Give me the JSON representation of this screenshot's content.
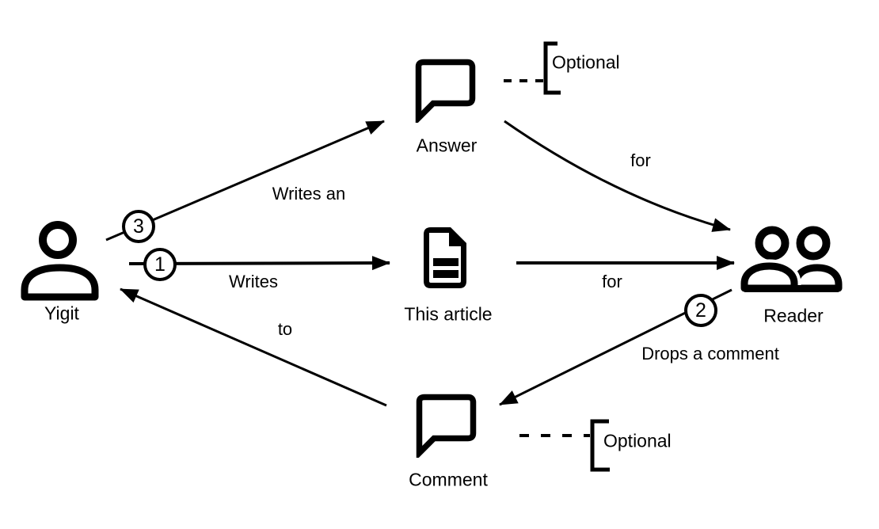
{
  "diagram": {
    "background_color": "#ffffff",
    "ink_color": "#000000",
    "nodes": {
      "yigit": {
        "label": "Yigit",
        "icon": "person-icon"
      },
      "answer": {
        "label": "Answer",
        "icon": "speech-bubble-icon"
      },
      "article": {
        "label": "This article",
        "icon": "document-icon"
      },
      "reader": {
        "label": "Reader",
        "icon": "people-icon"
      },
      "comment": {
        "label": "Comment",
        "icon": "speech-bubble-icon"
      }
    },
    "edges": [
      {
        "from": "yigit",
        "to": "answer",
        "label": "Writes an",
        "step": "3"
      },
      {
        "from": "yigit",
        "to": "article",
        "label": "Writes",
        "step": "1"
      },
      {
        "from": "answer",
        "to": "reader",
        "label": "for"
      },
      {
        "from": "article",
        "to": "reader",
        "label": "for"
      },
      {
        "from": "reader",
        "to": "comment",
        "label": "Drops a comment",
        "step": "2"
      },
      {
        "from": "comment",
        "to": "yigit",
        "label": "to"
      }
    ],
    "annotations": [
      {
        "target": "answer",
        "label": "Optional",
        "style": "dashed-bracket"
      },
      {
        "target": "comment",
        "label": "Optional",
        "style": "dashed-bracket"
      }
    ]
  }
}
